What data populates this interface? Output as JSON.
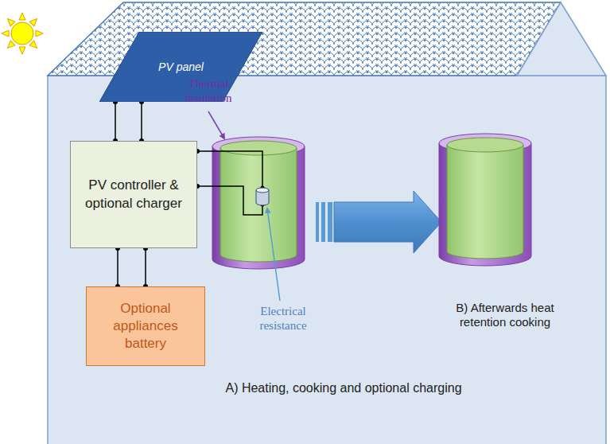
{
  "diagram": {
    "nodes": [
      {
        "text": [
          "PV panel"
        ]
      },
      {
        "text": [
          "PV controller & optional charger"
        ]
      },
      {
        "text": [
          "Optional appliances battery"
        ]
      }
    ],
    "edges": [
      {
        "from": 0,
        "to": 1,
        "arrow": "none"
      },
      {
        "from": 0,
        "to": 1,
        "arrow": "none"
      },
      {
        "from": 1,
        "to": 2,
        "arrow": "none"
      },
      {
        "from": 1,
        "to": 2,
        "arrow": "none"
      }
    ],
    "labels": [
      "Thermal insulation",
      "Electrical resistance",
      "B) Afterwards heat retention cooking",
      "A) Heating, cooking and optional charging"
    ]
  }
}
